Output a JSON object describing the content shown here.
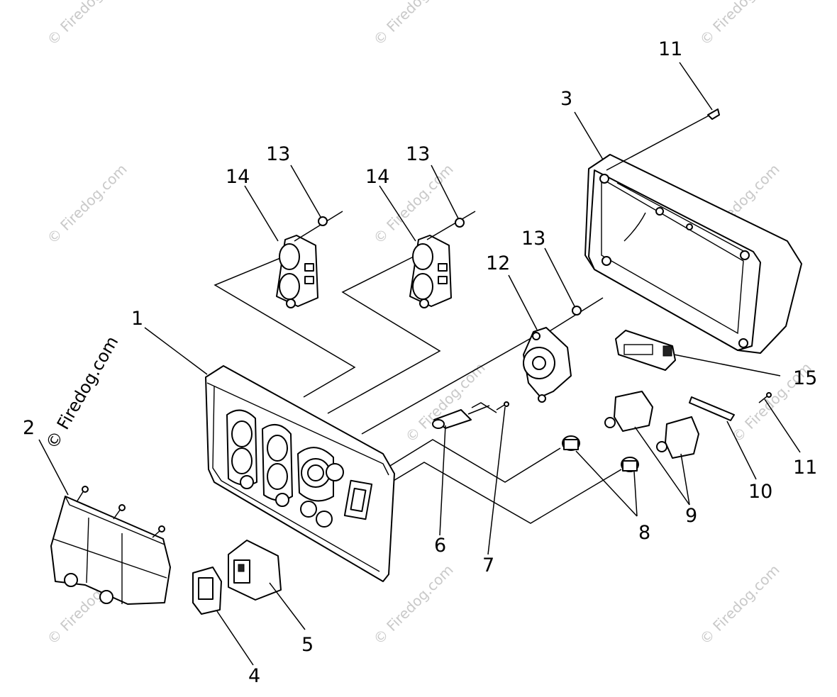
{
  "diagram": {
    "brand_label": "© Firedog.com",
    "watermark_text": "© Firedog.com",
    "callouts": [
      {
        "id": "c1",
        "text": "1"
      },
      {
        "id": "c2",
        "text": "2"
      },
      {
        "id": "c3",
        "text": "3"
      },
      {
        "id": "c4",
        "text": "4"
      },
      {
        "id": "c5",
        "text": "5"
      },
      {
        "id": "c6",
        "text": "6"
      },
      {
        "id": "c7",
        "text": "7"
      },
      {
        "id": "c8",
        "text": "8"
      },
      {
        "id": "c9",
        "text": "9"
      },
      {
        "id": "c10",
        "text": "10"
      },
      {
        "id": "c11a",
        "text": "11"
      },
      {
        "id": "c11b",
        "text": "11"
      },
      {
        "id": "c12",
        "text": "12"
      },
      {
        "id": "c13a",
        "text": "13"
      },
      {
        "id": "c13b",
        "text": "13"
      },
      {
        "id": "c13c",
        "text": "13"
      },
      {
        "id": "c14a",
        "text": "14"
      },
      {
        "id": "c14b",
        "text": "14"
      },
      {
        "id": "c15",
        "text": "15"
      }
    ],
    "colors": {
      "line": "#000000",
      "background": "#ffffff",
      "watermark": "#c9c9c9"
    }
  }
}
